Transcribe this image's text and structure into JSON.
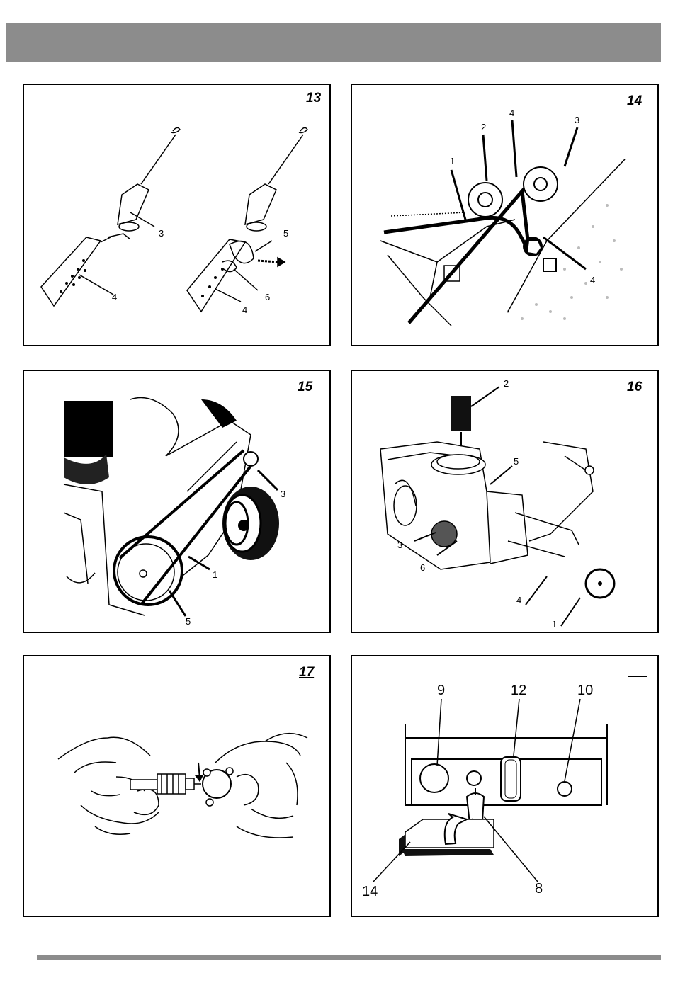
{
  "figures": {
    "f13": {
      "number": "13",
      "labels": {
        "a": "3",
        "b": "4",
        "c": "5",
        "d": "6",
        "e": "4"
      }
    },
    "f14": {
      "number": "14",
      "labels": {
        "a": "1",
        "b": "2",
        "c": "4",
        "d": "3",
        "e": "4"
      }
    },
    "f15": {
      "number": "15",
      "labels": {
        "a": "3",
        "b": "1",
        "c": "5"
      }
    },
    "f16": {
      "number": "16",
      "labels": {
        "a": "2",
        "b": "5",
        "c": "3",
        "d": "6",
        "e": "4",
        "f": "1"
      }
    },
    "f17": {
      "number": "17"
    },
    "f18": {
      "number": "",
      "labels": {
        "a": "9",
        "b": "12",
        "c": "10",
        "d": "14",
        "e": "8"
      }
    }
  }
}
